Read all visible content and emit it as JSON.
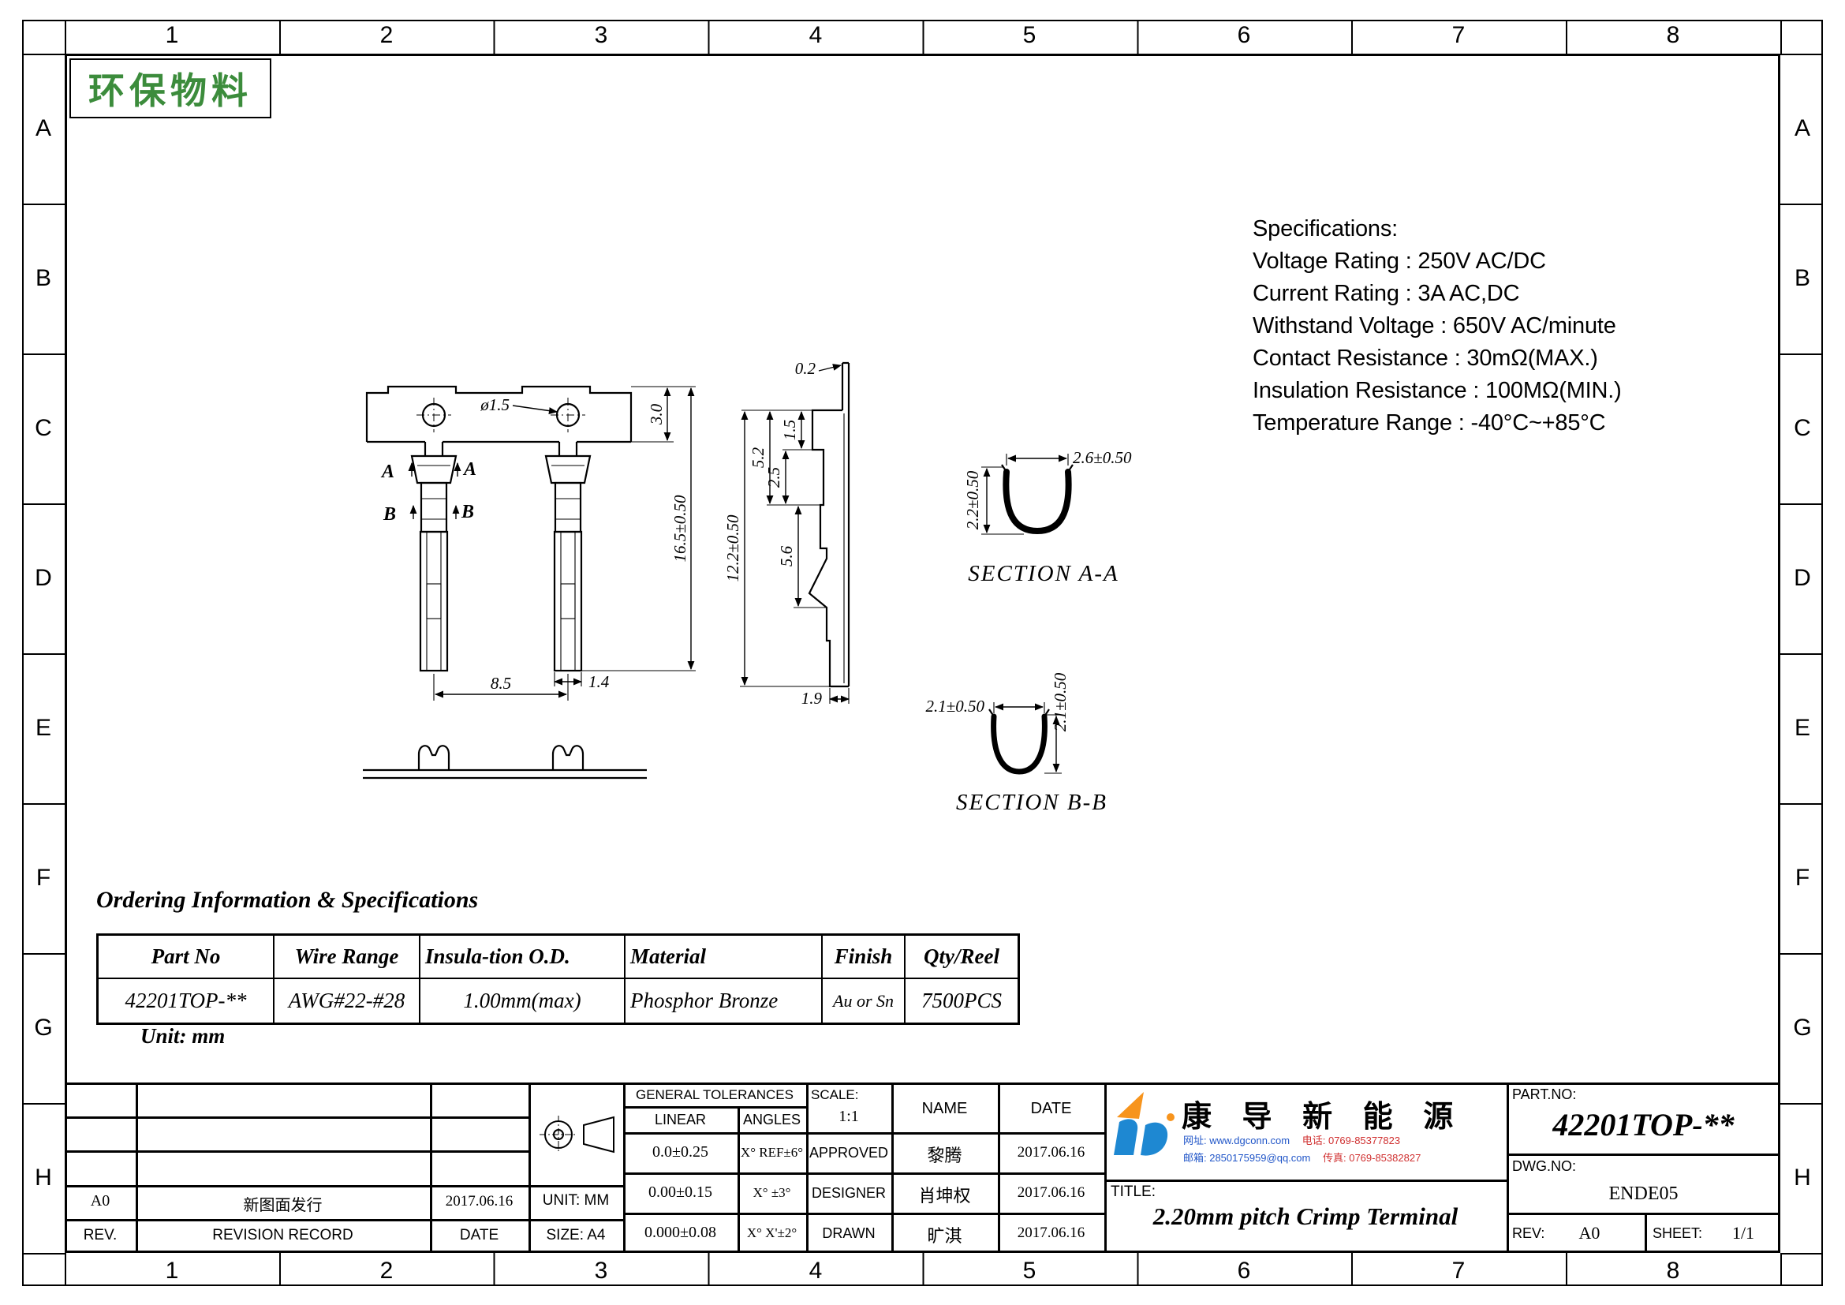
{
  "sheet": {
    "eco_label": "环保物料",
    "zone_cols": [
      "1",
      "2",
      "3",
      "4",
      "5",
      "6",
      "7",
      "8"
    ],
    "zone_rows": [
      "A",
      "B",
      "C",
      "D",
      "E",
      "F",
      "G",
      "H"
    ]
  },
  "specs": {
    "title": "Specifications:",
    "lines": [
      "Voltage Rating : 250V AC/DC",
      "Current Rating : 3A AC,DC",
      "Withstand Voltage : 650V AC/minute",
      "Contact Resistance : 30mΩ(MAX.)",
      "Insulation Resistance : 100MΩ(MIN.)",
      "Temperature Range : -40°C~+85°C"
    ]
  },
  "drawing": {
    "dims": {
      "hole_dia": "ø1.5",
      "strip_height": "3.0",
      "overall_length": "16.5±0.50",
      "pitch": "8.5",
      "barrel_width": "1.4",
      "tab_thickness": "0.2",
      "contact_height": "1.5",
      "front_length": "5.2",
      "mid_length": "2.5",
      "body_length": "12.2±0.50",
      "lance_length": "5.6",
      "bottom_width": "1.9",
      "section_a_height": "2.2±0.50",
      "section_a_width": "2.6±0.50",
      "section_b_width": "2.1±0.50",
      "section_b_height": "2.1±0.50"
    },
    "cut_label_a": "A",
    "cut_label_b": "B",
    "section_aa_label": "SECTION A-A",
    "section_bb_label": "SECTION B-B"
  },
  "ordering": {
    "title": "Ordering Information & Specifications",
    "headers": [
      "Part No",
      "Wire Range",
      "Insula-tion O.D.",
      "Material",
      "Finish",
      "Qty/Reel"
    ],
    "row": [
      "42201TOP-**",
      "AWG#22-#28",
      "1.00mm(max)",
      "Phosphor Bronze",
      "Au or Sn",
      "7500PCS"
    ],
    "unit_note": "Unit: mm"
  },
  "title_block": {
    "general_tolerances_label": "GENERAL TOLERANCES",
    "linear_label": "LINEAR",
    "angles_label": "ANGLES",
    "tolerance_rows": [
      {
        "linear": "0.0±0.25",
        "angle": "X° REF±6°"
      },
      {
        "linear": "0.00±0.15",
        "angle": "X° ±3°"
      },
      {
        "linear": "0.000±0.08",
        "angle": "X° X'±2°"
      }
    ],
    "scale_label": "SCALE:",
    "scale_value": "1:1",
    "name_label": "NAME",
    "date_label": "DATE",
    "approved_label": "APPROVED",
    "approved_name": "黎腾",
    "approved_date": "2017.06.16",
    "designer_label": "DESIGNER",
    "designer_name": "肖坤权",
    "designer_date": "2017.06.16",
    "drawn_label": "DRAWN",
    "drawn_name": "旷淇",
    "drawn_date": "2017.06.16",
    "unit_value": "UNIT: MM",
    "size_value": "SIZE: A4",
    "title_label": "TITLE:",
    "title_value": "2.20mm pitch Crimp Terminal",
    "part_no_label": "PART.NO:",
    "part_no_value": "42201TOP-**",
    "dwg_no_label": "DWG.NO:",
    "dwg_no_value": "ENDE05",
    "rev_label": "REV:",
    "rev_value": "A0",
    "sheet_label": "SHEET:",
    "sheet_value": "1/1"
  },
  "revision_table": {
    "rev_col_label": "REV.",
    "record_col_label": "REVISION RECORD",
    "date_col_label": "DATE",
    "rows": [
      {
        "rev": "A0",
        "record": "新图面发行",
        "date": "2017.06.16"
      }
    ]
  },
  "company": {
    "name": "康 导 新 能 源",
    "website": "网址: www.dgconn.com",
    "tel": "电话: 0769-85377823",
    "email": "邮箱: 2850175959@qq.com",
    "fax": "传真: 0769-85382827"
  },
  "colors": {
    "eco_green": "#3c8c3c",
    "logo_blue": "#1e88d2",
    "logo_orange": "#f7941d",
    "contact_blue": "#2156c8",
    "contact_red": "#d03030"
  }
}
